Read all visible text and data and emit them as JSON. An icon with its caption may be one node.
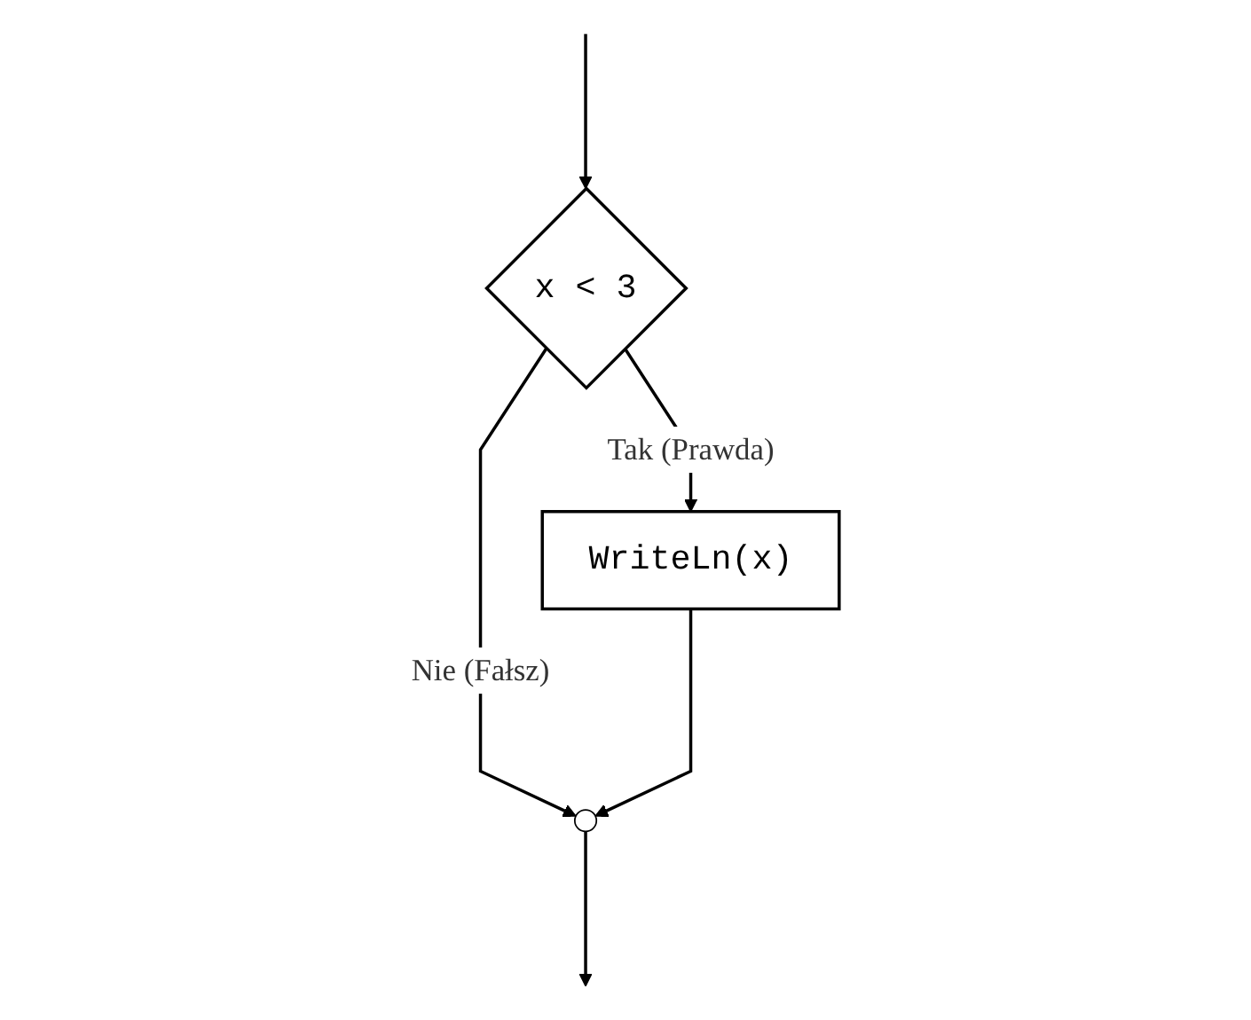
{
  "diagram": {
    "nodes": [
      {
        "text": [
          "x < 3"
        ]
      },
      {
        "text": [
          "WriteLn(x)"
        ]
      },
      {
        "text": [],
        "shape": "circle"
      }
    ],
    "edges": [
      {
        "from": null,
        "to": 0,
        "arrow": "to"
      },
      {
        "from": 0,
        "to": 1,
        "label": "Tak (Prawda)",
        "arrow": "to"
      },
      {
        "from": 0,
        "to": 2,
        "label": "Nie (Fałsz)",
        "arrow": "to"
      },
      {
        "from": 1,
        "to": 2,
        "arrow": "to"
      },
      {
        "from": 2,
        "to": null,
        "arrow": "to"
      }
    ]
  }
}
